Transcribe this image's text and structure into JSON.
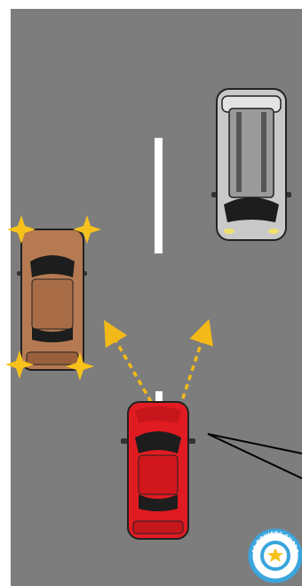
{
  "scene": {
    "road_color": "#7d7d7d",
    "lane_marking_color": "#ffffff",
    "hazard_star_color": "#f7c21b",
    "signal_arrow_color": "#f2b919"
  },
  "vehicles": {
    "player_car": {
      "color": "#e11b22",
      "role": "subject car"
    },
    "parked_car": {
      "color": "#b57a52",
      "hazard_lights": "on"
    },
    "oncoming_suv": {
      "color": "#c9c9c9"
    }
  },
  "logo": {
    "text": "SAFE DRIVERS SUPPORT",
    "ring_color": "#3ba5dd",
    "icon": "steering-wheel-star-icon"
  }
}
